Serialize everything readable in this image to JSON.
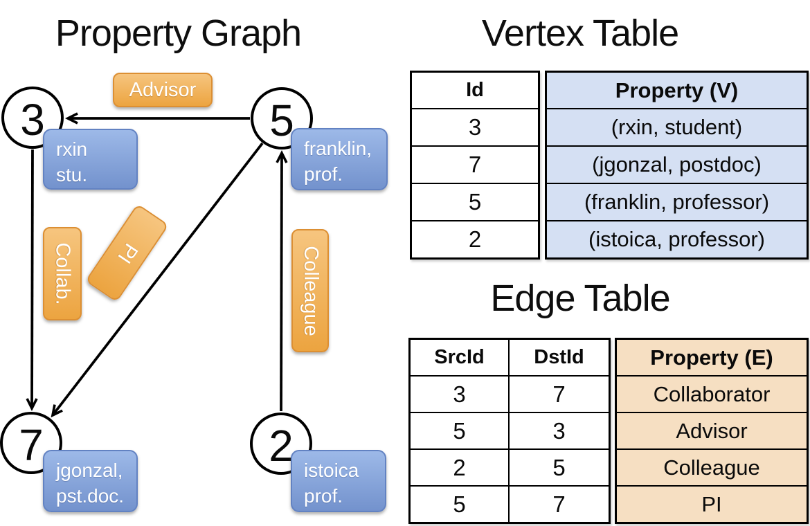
{
  "graph": {
    "title": "Property Graph",
    "nodes": [
      {
        "id": "3",
        "prop": [
          "rxin",
          "stu."
        ]
      },
      {
        "id": "5",
        "prop": [
          "franklin,",
          "prof."
        ]
      },
      {
        "id": "7",
        "prop": [
          "jgonzal,",
          "pst.doc."
        ]
      },
      {
        "id": "2",
        "prop": [
          "istoica",
          "prof."
        ]
      }
    ],
    "edges": [
      {
        "label": "Advisor"
      },
      {
        "label": "Collab."
      },
      {
        "label": "PI"
      },
      {
        "label": "Colleague"
      }
    ]
  },
  "vertex_table": {
    "title": "Vertex Table",
    "columns": {
      "id": "Id",
      "property": "Property (V)"
    },
    "rows": [
      {
        "id": "3",
        "property": "(rxin, student)"
      },
      {
        "id": "7",
        "property": "(jgonzal, postdoc)"
      },
      {
        "id": "5",
        "property": "(franklin, professor)"
      },
      {
        "id": "2",
        "property": "(istoica, professor)"
      }
    ]
  },
  "edge_table": {
    "title": "Edge Table",
    "columns": {
      "src": "SrcId",
      "dst": "DstId",
      "property": "Property (E)"
    },
    "rows": [
      {
        "src": "3",
        "dst": "7",
        "property": "Collaborator"
      },
      {
        "src": "5",
        "dst": "3",
        "property": "Advisor"
      },
      {
        "src": "2",
        "dst": "5",
        "property": "Colleague"
      },
      {
        "src": "5",
        "dst": "7",
        "property": "PI"
      }
    ]
  },
  "colors": {
    "edge_label_fill_top": "#f6c57f",
    "edge_label_fill_bottom": "#eca440",
    "edge_label_border": "#dc8f33",
    "node_property_fill_top": "#9db9e8",
    "node_property_fill_bottom": "#7392cd",
    "node_property_border": "#6282c2",
    "vertex_property_cell_fill": "#d5e0f3",
    "edge_property_cell_fill": "#f6dfc2",
    "line_color": "#000000"
  }
}
